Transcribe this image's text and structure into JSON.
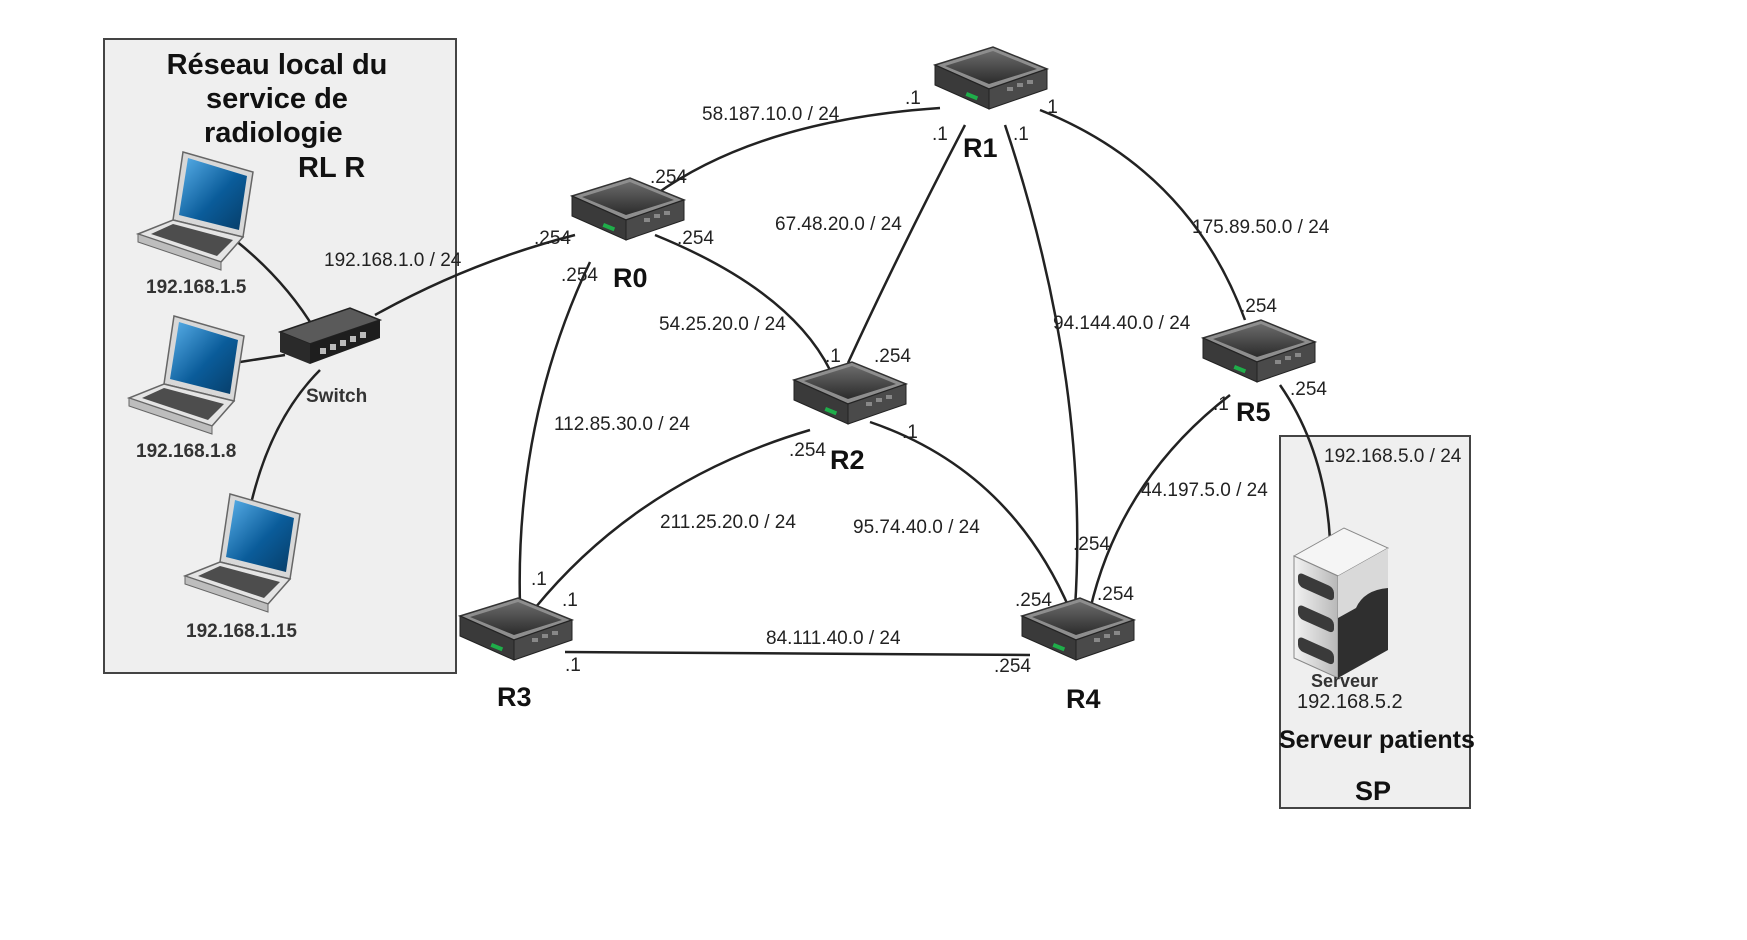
{
  "local_network": {
    "title_line1": "Réseau local du",
    "title_line2": "service de",
    "title_line3": "radiologie",
    "code": "RL R",
    "hosts": [
      "192.168.1.5",
      "192.168.1.8",
      "192.168.1.15"
    ],
    "switch_label": "Switch"
  },
  "server_zone": {
    "server_label": "Serveur",
    "server_ip": "192.168.5.2",
    "title": "Serveur patients",
    "code": "SP"
  },
  "routers": [
    "R0",
    "R1",
    "R2",
    "R3",
    "R4",
    "R5"
  ],
  "networks": {
    "lan_r0": "192.168.1.0 / 24",
    "r0_r1": "58.187.10.0 / 24",
    "r1_r2": "67.48.20.0 / 24",
    "r1_r5": "175.89.50.0 / 24",
    "r0_r2": "54.25.20.0 / 24",
    "r1_r4": "94.144.40.0 / 24",
    "r0_r3": "112.85.30.0 / 24",
    "r2_r3": "211.25.20.0 / 24",
    "r2_r4": "95.74.40.0 / 24",
    "r4_r5": "44.197.5.0 / 24",
    "r3_r4": "84.111.40.0 / 24",
    "r5_srv": "192.168.5.0 / 24"
  },
  "interfaces": {
    "r1_to_r0": ".1",
    "r1_to_r5": ".1",
    "r1_to_r2": ".1",
    "r1_to_r4": ".1",
    "r0_to_r1": ".254",
    "r0_to_lan": ".254",
    "r0_to_r2": ".254",
    "r0_to_r3": ".254",
    "r2_to_r0": ".1",
    "r2_to_r1": ".254",
    "r2_to_r4": ".1",
    "r2_to_r3": ".254",
    "r5_to_r1": ".254",
    "r5_to_srv": ".254",
    "r5_to_r4": ".1",
    "r3_to_r0": ".1",
    "r3_to_r2": ".1",
    "r3_to_r4": ".1",
    "r4_to_r1": ".254",
    "r4_to_r2": ".254",
    "r4_to_r5": ".254",
    "r4_to_r3": ".254"
  }
}
